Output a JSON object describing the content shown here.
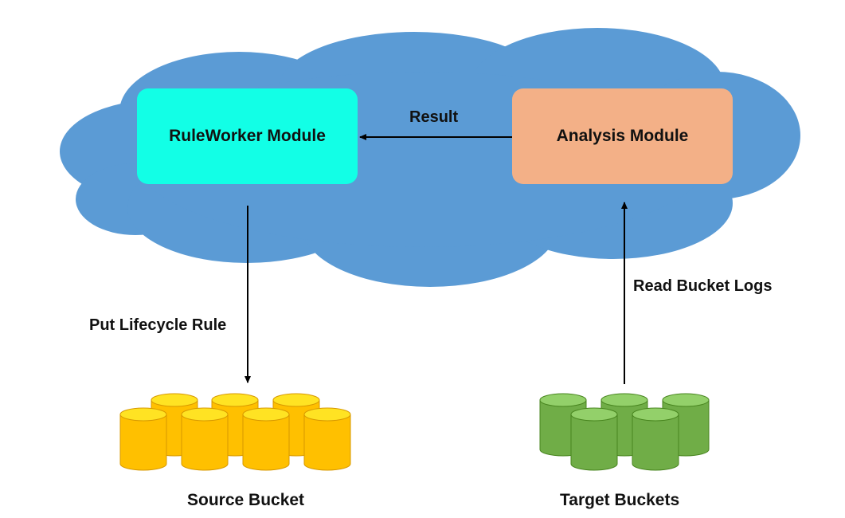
{
  "colors": {
    "cloud": "#5b9bd5",
    "cloud_stroke": "#4a86c0",
    "ruleworker_fill": "#12ffe6",
    "analysis_fill": "#f3b087",
    "source_bucket_fill": "#ffc000",
    "target_bucket_fill": "#70ad47",
    "arrow": "#000000"
  },
  "modules": {
    "ruleworker": "RuleWorker Module",
    "analysis": "Analysis Module"
  },
  "edges": {
    "result": "Result",
    "put_rule": "Put Lifecycle Rule",
    "read_logs": "Read Bucket Logs"
  },
  "buckets": {
    "source": {
      "label": "Source Bucket",
      "count": 7
    },
    "target": {
      "label": "Target Buckets",
      "count": 5
    }
  }
}
